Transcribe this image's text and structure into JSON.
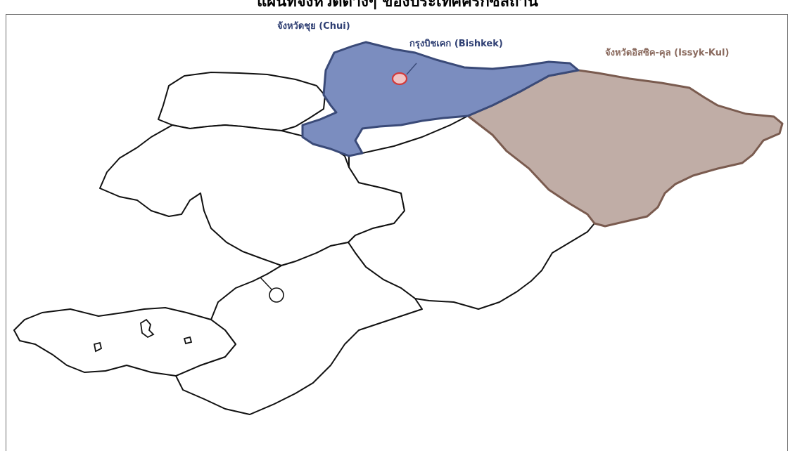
{
  "title": "แผนที่จังหวัดต่างๆ ของประเทศคีร์กีซสถาน",
  "labels": {
    "chui": "จังหวัดชุย (Chui)",
    "bishkek": "กรุงบิชเคก (Bishkek)",
    "issyk_kul": "จังหวัดอิสซิค-คุล (Issyk-Kul)"
  },
  "colors": {
    "chui_fill": "#7b8dbf",
    "chui_stroke": "#3a4a78",
    "issyk_kul_fill": "#c0ada6",
    "issyk_kul_stroke": "#7a5b4f",
    "bishkek_fill": "#f0c4c4",
    "bishkek_stroke": "#d23a3a",
    "chui_label": "#2f3f73",
    "issyk_kul_label": "#8a6a5e",
    "border": "#111111"
  },
  "highlighted_regions": [
    "chui",
    "issyk_kul"
  ]
}
